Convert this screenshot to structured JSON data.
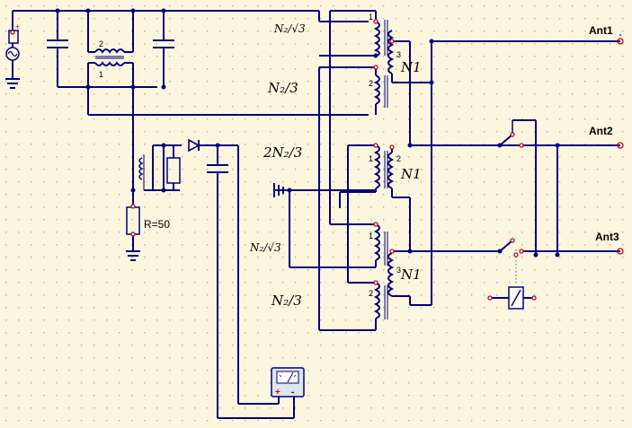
{
  "labels": {
    "ant1": "Ant1",
    "ant2": "Ant2",
    "ant3": "Ant3",
    "resistor": "R=50",
    "n2_sqrt3_top": "N₂/√3",
    "n2_3_top": "N₂/3",
    "two_n2_3": "2N₂/3",
    "n2_sqrt3_mid": "N₂/√3",
    "n2_3_bottom": "N₂/3",
    "n1_a": "N1",
    "n1_b": "N1",
    "n1_c": "N1",
    "pin_1": "1",
    "pin_2": "2",
    "pin_3": "3",
    "meter_plus": "+",
    "meter_minus": "-",
    "source_plus": "+"
  },
  "colors": {
    "wire": "#00007f",
    "background": "#fcf6de",
    "grid_dot": "#b7b09c",
    "pin": "#c0001c"
  }
}
